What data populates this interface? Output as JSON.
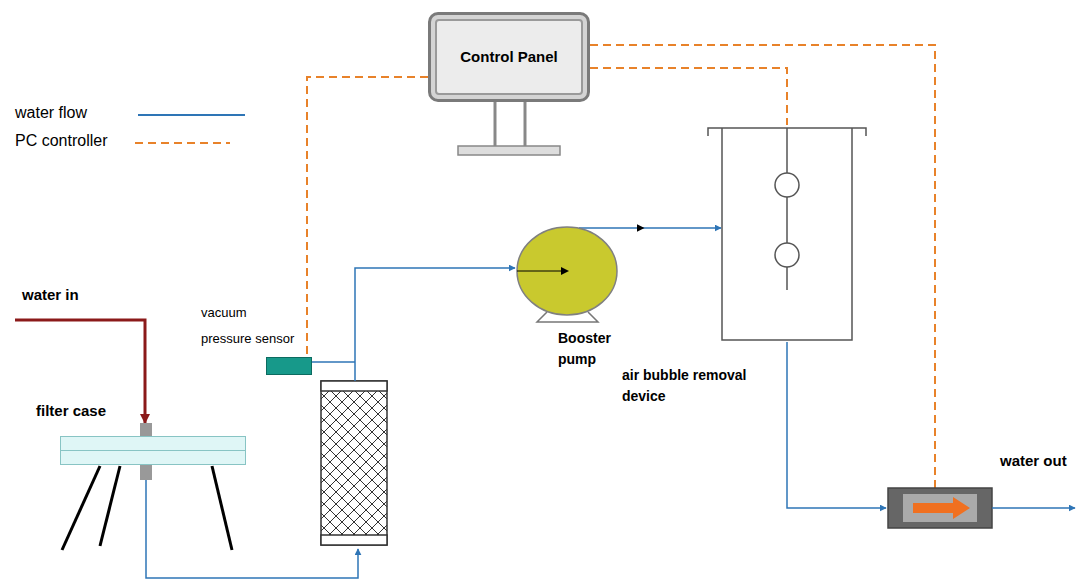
{
  "diagram": {
    "nodes": [
      {
        "text": [
          "Control Panel"
        ]
      },
      {
        "text": [
          "vacuum pressure sensor"
        ]
      },
      {
        "text": [
          "Booster pump"
        ]
      },
      {
        "text": [
          "air bubble removal device"
        ]
      },
      {
        "text": [
          "filter case"
        ]
      }
    ],
    "edges": [
      {
        "from": 2,
        "to": 3,
        "arrow": "to"
      },
      {
        "from": 0,
        "to": 1,
        "arrow": "none"
      },
      {
        "from": 0,
        "to": 3,
        "arrow": "none"
      }
    ],
    "labels": [
      "water in",
      "water out"
    ],
    "legend": [
      {
        "text": "water flow"
      },
      {
        "text": "PC controller"
      }
    ]
  }
}
